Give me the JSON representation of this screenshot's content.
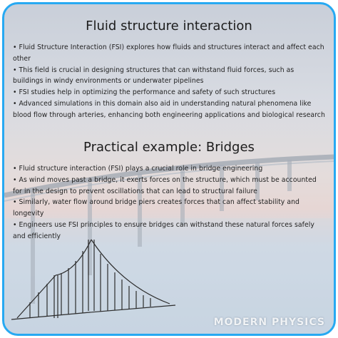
{
  "section1": {
    "title": "Fluid structure interaction",
    "bullets": [
      "Fluid Structure Interaction (FSI) explores how fluids and structures interact and affect each other",
      "This field is crucial in designing structures that can withstand fluid forces, such as buildings in windy environments or underwater pipelines",
      "FSI studies help in optimizing the performance and safety of such structures",
      "Advanced simulations in this domain also aid in understanding natural phenomena like blood flow through arteries, enhancing both engineering applications and biological research"
    ]
  },
  "section2": {
    "title": "Practical example: Bridges",
    "bullets": [
      "Fluid structure interaction (FSI) plays a crucial role in bridge engineering",
      "As wind moves past a bridge, it exerts forces on the structure, which must be accounted for in the design to prevent oscillations that can lead to structural failure",
      "Similarly, water flow around bridge piers creates forces that can affect stability and longevity",
      "Engineers use FSI principles to ensure bridges can withstand these natural forces safely and efficiently"
    ]
  },
  "bullet_char": "•",
  "footer": "MODERN PHYSICS",
  "colors": {
    "border": "#27a9f2",
    "text": "#222222"
  }
}
